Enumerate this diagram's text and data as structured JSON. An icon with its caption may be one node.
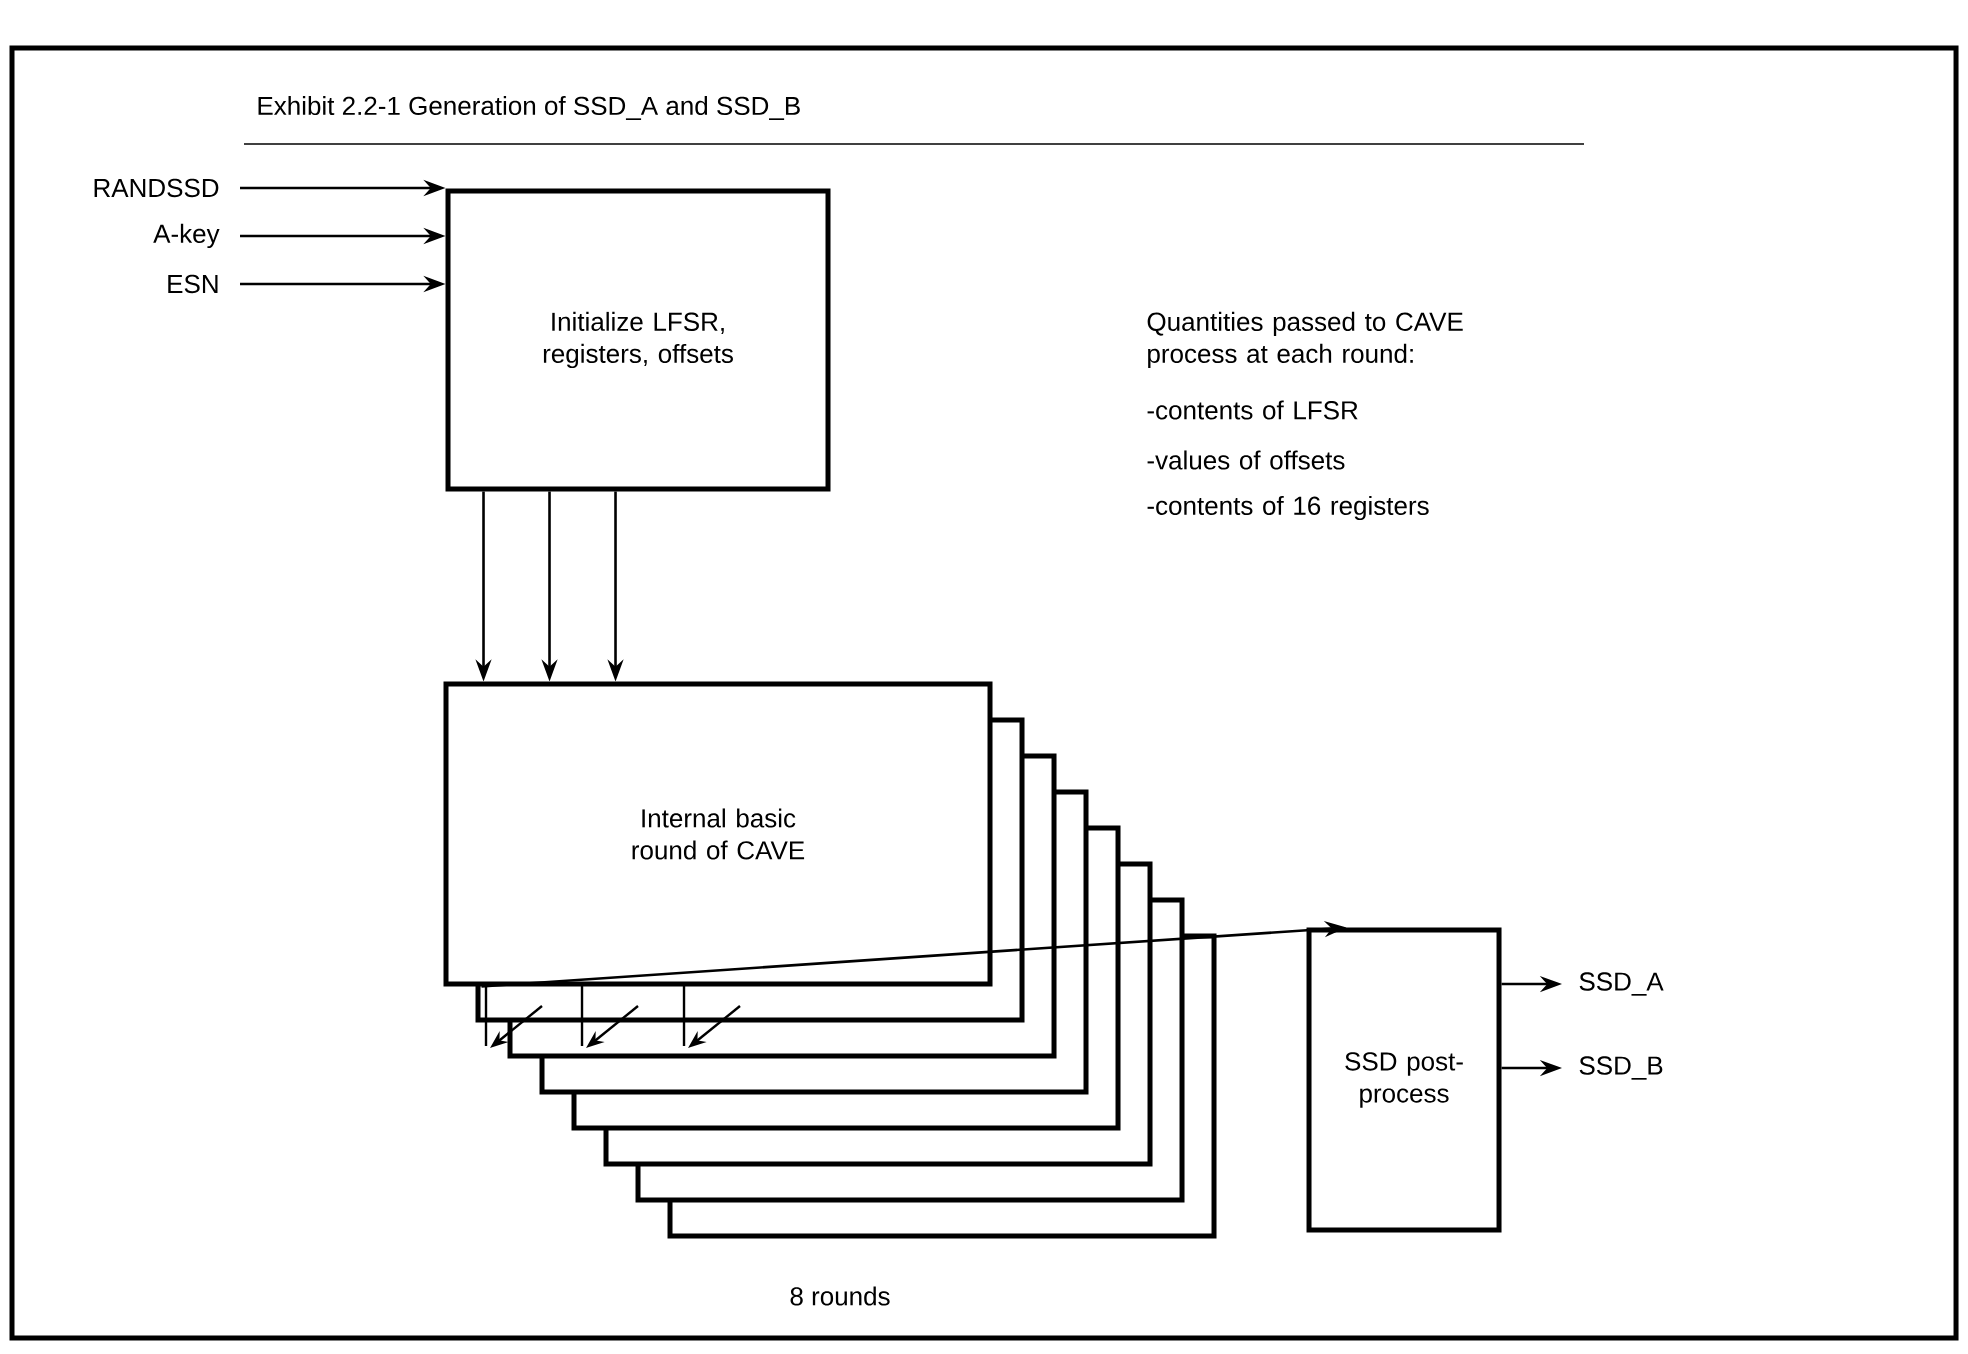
{
  "diagram": {
    "title": "Exhibit 2.2-1 Generation of SSD_A and SSD_B",
    "nodes": [
      {
        "text": [
          "RANDSSD"
        ]
      },
      {
        "text": [
          "A-key"
        ]
      },
      {
        "text": [
          "ESN"
        ]
      },
      {
        "text": [
          "Initialize LFSR, registers, offsets"
        ]
      },
      {
        "text": [
          "Internal basic round of CAVE"
        ]
      },
      {
        "text": [
          "SSD post-process"
        ]
      },
      {
        "text": [
          "SSD_A"
        ]
      },
      {
        "text": [
          "SSD_B"
        ]
      }
    ],
    "edges": [
      {
        "from": 0,
        "to": 3,
        "arrow": "to"
      },
      {
        "from": 1,
        "to": 3,
        "arrow": "to"
      },
      {
        "from": 2,
        "to": 3,
        "arrow": "to"
      },
      {
        "from": 3,
        "to": 4,
        "arrow": "to"
      },
      {
        "from": 3,
        "to": 4,
        "arrow": "to"
      },
      {
        "from": 3,
        "to": 4,
        "arrow": "to"
      },
      {
        "from": 4,
        "to": 5,
        "arrow": "to"
      },
      {
        "from": 5,
        "to": 6,
        "arrow": "to"
      },
      {
        "from": 5,
        "to": 7,
        "arrow": "to"
      }
    ],
    "labels": [
      "Quantities passed to CAVE process at each round:",
      "-contents of LFSR",
      "-values of offsets",
      "-contents of 16 registers",
      "8 rounds"
    ]
  }
}
